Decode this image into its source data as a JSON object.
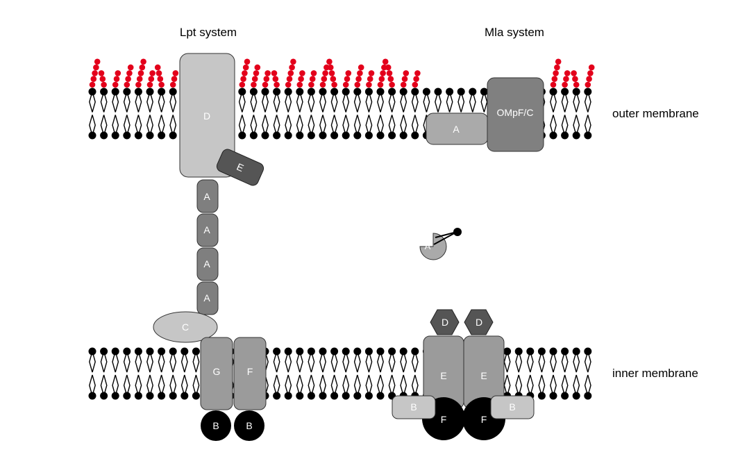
{
  "titles": {
    "lpt": "Lpt system",
    "mla": "Mla system"
  },
  "membranes": {
    "outer": "outer membrane",
    "inner": "inner membrane"
  },
  "lpt": {
    "d": "D",
    "e": "E",
    "a_chain": [
      "A",
      "A",
      "A",
      "A"
    ],
    "c": "C",
    "g": "G",
    "f": "F",
    "b_left": "B",
    "b_right": "B"
  },
  "mla": {
    "a_outer": "A",
    "ompf": "OMpF/C",
    "a_carrier": "A",
    "d_left": "D",
    "d_right": "D",
    "e_left": "E",
    "e_right": "E",
    "b_left": "B",
    "b_right": "B",
    "f_left": "F",
    "f_right": "F"
  },
  "colors": {
    "lps": "#e3001b",
    "lipid": "#000000",
    "light": "#c6c6c6",
    "medium": "#9b9b9b",
    "dark": "#7f7f7f",
    "darker": "#555555"
  }
}
